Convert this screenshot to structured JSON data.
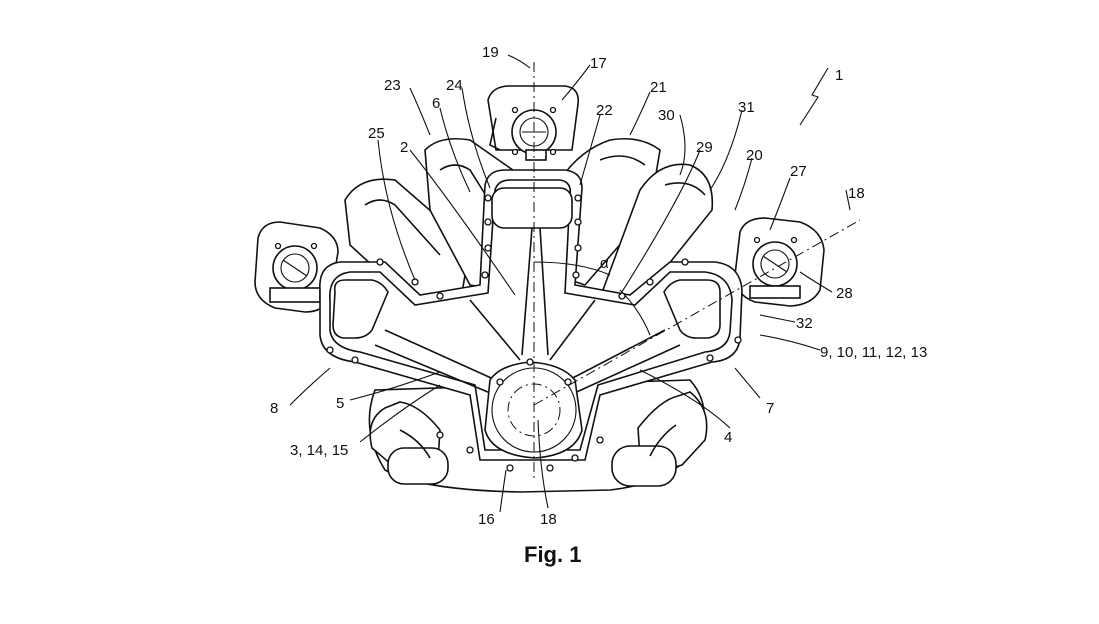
{
  "figure": {
    "caption": "Fig. 1",
    "angle_symbol": "α",
    "reference_labels": [
      {
        "id": "r1",
        "text": "1"
      },
      {
        "id": "r2",
        "text": "2"
      },
      {
        "id": "r3",
        "text": "3, 14, 15"
      },
      {
        "id": "r4",
        "text": "4"
      },
      {
        "id": "r5",
        "text": "5"
      },
      {
        "id": "r6",
        "text": "6"
      },
      {
        "id": "r7",
        "text": "7"
      },
      {
        "id": "r8",
        "text": "8"
      },
      {
        "id": "r9",
        "text": "9, 10, 11, 12, 13"
      },
      {
        "id": "r16",
        "text": "16"
      },
      {
        "id": "r17",
        "text": "17"
      },
      {
        "id": "r18a",
        "text": "18"
      },
      {
        "id": "r18b",
        "text": "18"
      },
      {
        "id": "r19",
        "text": "19"
      },
      {
        "id": "r20",
        "text": "20"
      },
      {
        "id": "r21",
        "text": "21"
      },
      {
        "id": "r22",
        "text": "22"
      },
      {
        "id": "r23",
        "text": "23"
      },
      {
        "id": "r24",
        "text": "24"
      },
      {
        "id": "r25",
        "text": "25"
      },
      {
        "id": "r27",
        "text": "27"
      },
      {
        "id": "r28",
        "text": "28"
      },
      {
        "id": "r29",
        "text": "29"
      },
      {
        "id": "r30",
        "text": "30"
      },
      {
        "id": "r31",
        "text": "31"
      },
      {
        "id": "r32",
        "text": "32"
      }
    ]
  }
}
